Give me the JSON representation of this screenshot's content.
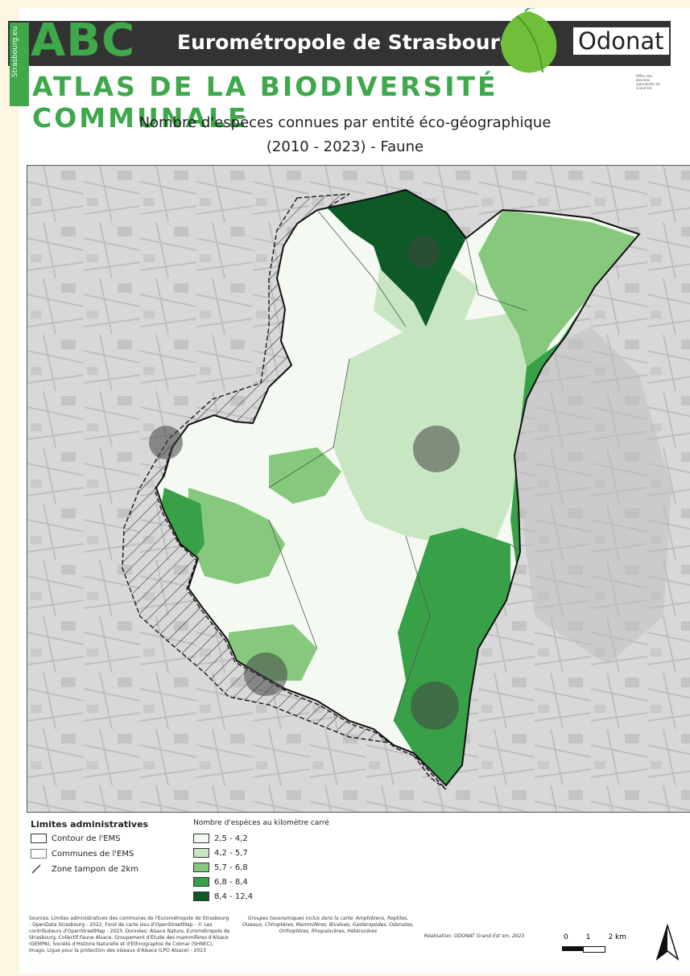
{
  "header": {
    "abc": "ABC",
    "ems": "Eurométropole de Strasbourg",
    "odonat": "Odonat",
    "atlas": "ATLAS DE LA BIODIVERSITÉ COMMUNALE",
    "side": "Strasbourg.eu",
    "office": "Office des données naturalistes du Grand Est"
  },
  "title": {
    "line1": "Nombre d'espèces connues par entité éco-géographique",
    "line2": "(2010 - 2023) - Faune"
  },
  "colors": {
    "c1": "#f4f9f2",
    "c2": "#c9e6c3",
    "c3": "#86c97d",
    "c4": "#38a047",
    "c5": "#0d5a27"
  },
  "legend_admin": {
    "title": "Limites administratives",
    "items": [
      "Contour de l'EMS",
      "Communes de l'EMS",
      "Zone tampon de 2km"
    ]
  },
  "legend_classes": {
    "title": "Nombre d'espèces au kilomètre carré",
    "items": [
      "2,5 - 4,2",
      "4,2 - 5,7",
      "5,7 - 6,8",
      "6,8 - 8,4",
      "8,4 - 12,4"
    ]
  },
  "footer": {
    "sources": "Sources: Limites administratives des communes de l'Eurométropole de Strasbourg - OpenData Strasbourg - 2022, Fond de carte issu d'OpenStreetMap - © Les contributeurs d'OpenStreetMap - 2023. Données: Alsace Nature, Eurométropole de Strasbourg, Collectif Faune Alsace, Groupement d'Etude des mammifères d'Alsace (GEMPA), Société d'Histoire Naturelle et d'Ethnographie de Colmar (SHNEC), Imago, Ligue pour la protection des oiseaux d'Alsace (LPO Alsace) - 2023",
    "groupes": "Groupes taxonomiques inclus dans la carte: Amphibiens, Reptiles, Oiseaux, Chiroptères, Mammifères, Bivalves, Gastéropodes, Odonates, Orthoptères, Rhopalocères, Hétérocères",
    "realisation": "Réalisation: ODONAT Grand Est sm. 2023"
  },
  "scale": {
    "labels": [
      "0",
      "1",
      "2 km"
    ]
  }
}
